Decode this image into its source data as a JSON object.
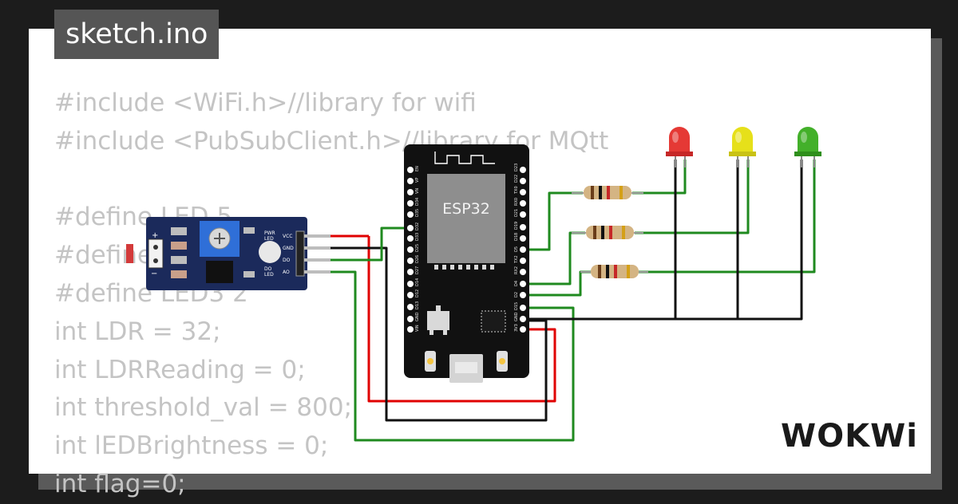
{
  "title_tag": "sketch.ino",
  "code_lines": [
    "#include <WiFi.h>//library for wifi",
    "#include <PubSubClient.h>//library for MQtt",
    "",
    "#define LED 5",
    "#define LED2 4",
    "#define LED3 2",
    "int LDR = 32;",
    "int LDRReading = 0;",
    "int threshold_val = 800;",
    "int lEDBrightness = 0;",
    "int flag=0;"
  ],
  "brand": "WOKWi",
  "esp32": {
    "label": "ESP32",
    "left_pins": [
      "EN",
      "VP",
      "VN",
      "D34",
      "D35",
      "D32",
      "D33",
      "D25",
      "D26",
      "D27",
      "D14",
      "D12",
      "D13",
      "GND",
      "VIN"
    ],
    "right_pins": [
      "D23",
      "D22",
      "TX0",
      "RX0",
      "D21",
      "D19",
      "D18",
      "D5",
      "TX2",
      "RX2",
      "D4",
      "D2",
      "D15",
      "GND",
      "3V3"
    ]
  },
  "ldr_module": {
    "pins": [
      "VCC",
      "GND",
      "DO",
      "AO"
    ],
    "pwr_label": [
      "PWR",
      "LED"
    ],
    "do_label": [
      "DO",
      "LED"
    ],
    "plus": "+",
    "minus": "−"
  },
  "leds": [
    {
      "name": "red",
      "color": "#e53935"
    },
    {
      "name": "yellow",
      "color": "#e6e01a"
    },
    {
      "name": "green",
      "color": "#43b02a"
    }
  ],
  "wire_colors": {
    "green": "#1f8a1f",
    "red": "#e00000",
    "black": "#111111"
  }
}
